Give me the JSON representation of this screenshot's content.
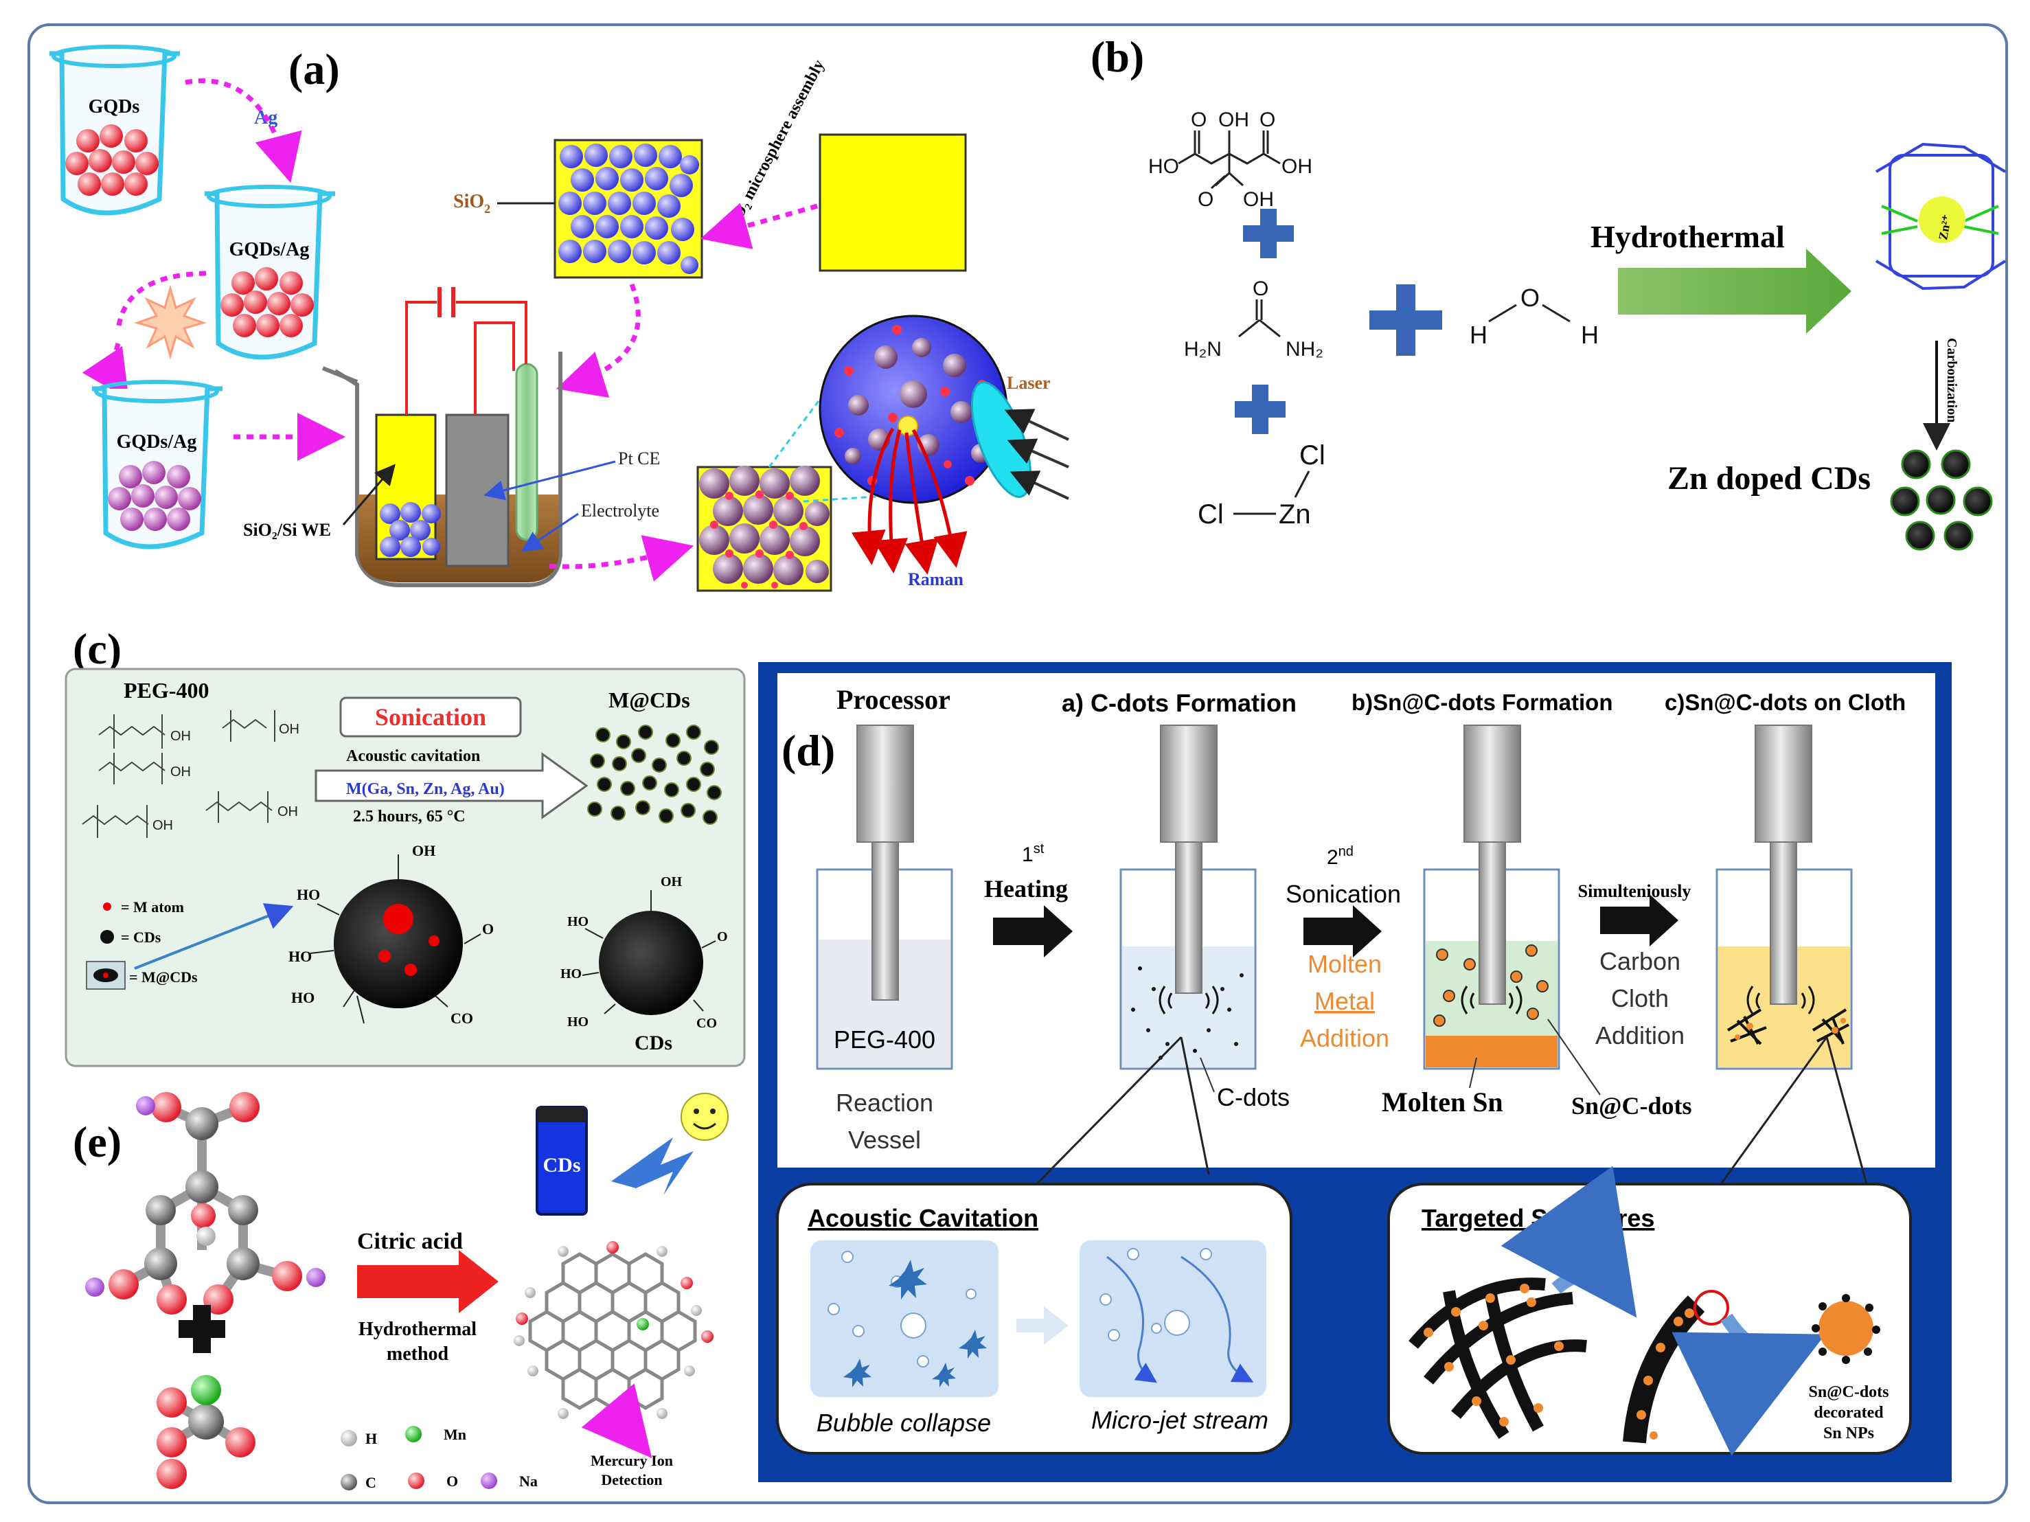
{
  "panels": {
    "a": {
      "label": "(a)",
      "beakers": [
        "GQDs",
        "GQDs/Ag",
        "GQDs/Ag"
      ],
      "ag": "Ag",
      "sio2": "SiO",
      "sio2_sub": "2",
      "assembly": "SiO₂ microsphere assembly",
      "pt_ce": "Pt CE",
      "electrolyte": "Electrolyte",
      "we": "SiO₂/Si WE",
      "laser": "Laser",
      "raman": "Raman"
    },
    "b": {
      "label": "(b)",
      "oh": "OH",
      "o": "O",
      "ho": "HO",
      "h2n": "H₂N",
      "nh2": "NH₂",
      "h": "H",
      "cl": "Cl",
      "zn": "Zn",
      "hydrothermal": "Hydrothermal",
      "carbonization": "Carbonization",
      "zn_label": "Zn²⁺",
      "product": "Zn doped CDs"
    },
    "c": {
      "label": "(c)",
      "peg": "PEG-400",
      "sonication": "Sonication",
      "acoustic": "Acoustic cavitation",
      "metals": "M(Ga, Sn, Zn, Ag, Au)",
      "time": "2.5 hours, 65 °C",
      "mcds": "M@CDs",
      "legend": [
        "= M atom",
        "= CDs",
        "= M@CDs"
      ],
      "cds": "CDs",
      "groups": [
        "OH",
        "HO",
        "O",
        "CO"
      ]
    },
    "d": {
      "label": "(d)",
      "processor": "Processor",
      "step_a": "a) C-dots Formation",
      "step_b_pre": "b)",
      "step_b": "Sn@C-dots Formation",
      "step_c_pre": "c)",
      "step_c": "Sn@C-dots on Cloth",
      "first": "1",
      "first_sup": "st",
      "heating": "Heating",
      "second": "2",
      "second_sup": "nd",
      "sonication": "Sonication",
      "molten_lines": [
        "Molten",
        "Metal",
        "Addition"
      ],
      "simult": "Simulteniously",
      "carbon_lines": [
        "Carbon",
        "Cloth",
        "Addition"
      ],
      "peg": "PEG-400",
      "vessel_lines": [
        "Reaction",
        "Vessel"
      ],
      "cdots": "C-dots",
      "molten_sn": "Molten Sn",
      "sn_cdots": "Sn@C-dots",
      "cav_title": "Acoustic Cavitation",
      "bubble": "Bubble collapse",
      "microjet": "Micro-jet stream",
      "targeted": "Targeted Structures",
      "decorated": [
        "Sn@C-dots",
        "decorated",
        "Sn NPs"
      ]
    },
    "e": {
      "label": "(e)",
      "citric": "Citric acid",
      "method_lines": [
        "Hydrothermal",
        "method"
      ],
      "vial": "CDs",
      "atoms": [
        "H",
        "Mn",
        "C",
        "O",
        "Na"
      ],
      "detection": [
        "Mercury Ion",
        "Detection"
      ]
    }
  },
  "colors": {
    "frame": "#5b7aa8",
    "magenta": "#ee22ee",
    "yellow": "#ffff00",
    "blue_sphere": "#6b6bff",
    "red_dot": "#ff5555",
    "panel_c_bg": "#e6f2ea",
    "panel_d_bg": "#0a3ea3",
    "green_arrow": "#6fb04a",
    "red_arrow": "#ee2222",
    "orange": "#f08a30",
    "cloth_yellow": "#fce08a",
    "green_soln": "#d4ecd4",
    "cav_blue": "#cfe1f5"
  }
}
